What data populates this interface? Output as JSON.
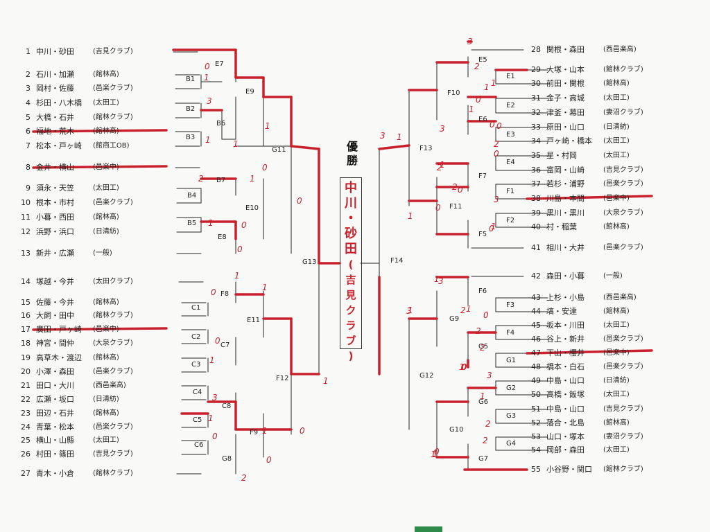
{
  "champion": {
    "title": "優勝",
    "name": "中川・砂田",
    "club": "(吉見クラブ)"
  },
  "left_players": [
    {
      "no": "1",
      "names": "中川・砂田",
      "aff": "(吉見クラブ)",
      "struck": false
    },
    {
      "no": "2",
      "names": "石川・加瀬",
      "aff": "(館林高)",
      "struck": false
    },
    {
      "no": "3",
      "names": "岡村・佐藤",
      "aff": "(邑楽クラブ)",
      "struck": false
    },
    {
      "no": "4",
      "names": "杉田・八木橋",
      "aff": "(太田工)",
      "struck": false
    },
    {
      "no": "5",
      "names": "大橋・石井",
      "aff": "(館林クラブ)",
      "struck": false
    },
    {
      "no": "6",
      "names": "福地・荒木",
      "aff": "(館林高)",
      "struck": true
    },
    {
      "no": "7",
      "names": "松本・戸ヶ崎",
      "aff": "(館商工OB)",
      "struck": false
    },
    {
      "no": "8",
      "names": "金井・横山",
      "aff": "(邑楽中)",
      "struck": true
    },
    {
      "no": "9",
      "names": "須永・天笠",
      "aff": "(太田工)",
      "struck": false
    },
    {
      "no": "10",
      "names": "根本・市村",
      "aff": "(邑楽クラブ)",
      "struck": false
    },
    {
      "no": "11",
      "names": "小暮・西田",
      "aff": "(館林高)",
      "struck": false
    },
    {
      "no": "12",
      "names": "浜野・浜口",
      "aff": "(日清紡)",
      "struck": false
    },
    {
      "no": "13",
      "names": "新井・広瀬",
      "aff": "(一般)",
      "struck": false
    },
    {
      "no": "14",
      "names": "塚越・今井",
      "aff": "(太田クラブ)",
      "struck": false
    },
    {
      "no": "15",
      "names": "佐藤・今井",
      "aff": "(館林高)",
      "struck": false
    },
    {
      "no": "16",
      "names": "大飼・田中",
      "aff": "(館林クラブ)",
      "struck": false
    },
    {
      "no": "17",
      "names": "廣田・戸ヶ崎",
      "aff": "(邑楽中)",
      "struck": true
    },
    {
      "no": "18",
      "names": "神宮・間仲",
      "aff": "(大泉クラブ)",
      "struck": false
    },
    {
      "no": "19",
      "names": "高草木・渡辺",
      "aff": "(館林高)",
      "struck": false
    },
    {
      "no": "20",
      "names": "小澤・森田",
      "aff": "(邑楽クラブ)",
      "struck": false
    },
    {
      "no": "21",
      "names": "田口・大川",
      "aff": "(西邑楽高)",
      "struck": false
    },
    {
      "no": "22",
      "names": "広瀬・坂口",
      "aff": "(日清紡)",
      "struck": false
    },
    {
      "no": "23",
      "names": "田辺・石井",
      "aff": "(館林高)",
      "struck": false
    },
    {
      "no": "24",
      "names": "青葉・松本",
      "aff": "(邑楽クラブ)",
      "struck": false
    },
    {
      "no": "25",
      "names": "横山・山縣",
      "aff": "(太田工)",
      "struck": false
    },
    {
      "no": "26",
      "names": "村田・篠田",
      "aff": "(吉見クラブ)",
      "struck": false
    },
    {
      "no": "27",
      "names": "青木・小倉",
      "aff": "(館林クラブ)",
      "struck": false
    }
  ],
  "right_players": [
    {
      "no": "28",
      "names": "関根・森田",
      "aff": "(西邑楽高)",
      "struck": false
    },
    {
      "no": "29",
      "names": "大塚・山本",
      "aff": "(館林クラブ)",
      "struck": false
    },
    {
      "no": "30",
      "names": "前田・関根",
      "aff": "(館林高)",
      "struck": false
    },
    {
      "no": "31",
      "names": "金子・高城",
      "aff": "(太田工)",
      "struck": false
    },
    {
      "no": "32",
      "names": "津釜・幕田",
      "aff": "(妻沼クラブ)",
      "struck": false
    },
    {
      "no": "33",
      "names": "原田・山口",
      "aff": "(日清紡)",
      "struck": false
    },
    {
      "no": "34",
      "names": "戸ヶ崎・橋本",
      "aff": "(太田工)",
      "struck": false
    },
    {
      "no": "35",
      "names": "星・村岡",
      "aff": "(太田工)",
      "struck": false
    },
    {
      "no": "36",
      "names": "富岡・山崎",
      "aff": "(吉見クラブ)",
      "struck": false
    },
    {
      "no": "37",
      "names": "若杉・浦野",
      "aff": "(邑楽クラブ)",
      "struck": false
    },
    {
      "no": "38",
      "names": "川島・本間",
      "aff": "(邑楽中)",
      "struck": true
    },
    {
      "no": "39",
      "names": "黒川・黒川",
      "aff": "(大泉クラブ)",
      "struck": false
    },
    {
      "no": "40",
      "names": "村・稲葉",
      "aff": "(館林高)",
      "struck": false
    },
    {
      "no": "41",
      "names": "相川・大井",
      "aff": "(邑楽クラブ)",
      "struck": false
    },
    {
      "no": "42",
      "names": "森田・小暮",
      "aff": "(一般)",
      "struck": false
    },
    {
      "no": "43",
      "names": "上杉・小島",
      "aff": "(西邑楽高)",
      "struck": false
    },
    {
      "no": "44",
      "names": "塙・安達",
      "aff": "(館林高)",
      "struck": false
    },
    {
      "no": "45",
      "names": "坂本・川田",
      "aff": "(太田工)",
      "struck": false
    },
    {
      "no": "46",
      "names": "谷上・新井",
      "aff": "(邑楽クラブ)",
      "struck": false
    },
    {
      "no": "47",
      "names": "下山・櫻井",
      "aff": "(邑楽中)",
      "struck": true
    },
    {
      "no": "48",
      "names": "橋本・白石",
      "aff": "(邑楽クラブ)",
      "struck": false
    },
    {
      "no": "49",
      "names": "中島・山口",
      "aff": "(日清紡)",
      "struck": false
    },
    {
      "no": "50",
      "names": "高橋・飯塚",
      "aff": "(太田工)",
      "struck": false
    },
    {
      "no": "51",
      "names": "中島・山口",
      "aff": "(吉見クラブ)",
      "struck": false
    },
    {
      "no": "52",
      "names": "落合・北島",
      "aff": "(館林高)",
      "struck": false
    },
    {
      "no": "53",
      "names": "山口・塚本",
      "aff": "(妻沼クラブ)",
      "struck": false
    },
    {
      "no": "54",
      "names": "岡部・森田",
      "aff": "(太田工)",
      "struck": false
    },
    {
      "no": "55",
      "names": "小谷野・関口",
      "aff": "(館林クラブ)",
      "struck": false
    }
  ],
  "match_labels": [
    "E7",
    "B1",
    "E9",
    "B2",
    "B6",
    "B3",
    "G11",
    "B7",
    "B4",
    "E10",
    "B5",
    "E8",
    "G13",
    "F8",
    "C1",
    "E11",
    "C2",
    "C7",
    "C3",
    "F12",
    "C4",
    "C8",
    "C5",
    "F9",
    "C6",
    "G8",
    "E5",
    "E1",
    "F10",
    "E2",
    "E6",
    "E3",
    "F13",
    "E4",
    "F7",
    "F1",
    "F11",
    "F2",
    "F5",
    "F14",
    "F6",
    "F3",
    "G9",
    "F4",
    "G5",
    "G1",
    "G12",
    "G2",
    "G6",
    "G3",
    "G10",
    "G4",
    "G7"
  ],
  "scores": [
    "0",
    "1",
    "3",
    "1",
    "1",
    "1",
    "0",
    "2",
    "1",
    "0",
    "1",
    "0",
    "0",
    "1",
    "0",
    "1",
    "0",
    "1",
    "3",
    "1",
    "0",
    "0",
    "2",
    "0",
    "1",
    "1",
    "3",
    "2",
    "1",
    "0",
    "1",
    "0",
    "3",
    "2",
    "0",
    "2",
    "0",
    "1",
    "0",
    "1",
    "1",
    "1",
    "1",
    "0",
    "2",
    "2",
    "0",
    "1",
    "3",
    "1",
    "2",
    "2",
    "3",
    "2",
    "1",
    "3",
    "1",
    "0",
    "3",
    "1",
    "0",
    "0",
    "1",
    "2",
    "1",
    "3",
    "0"
  ]
}
